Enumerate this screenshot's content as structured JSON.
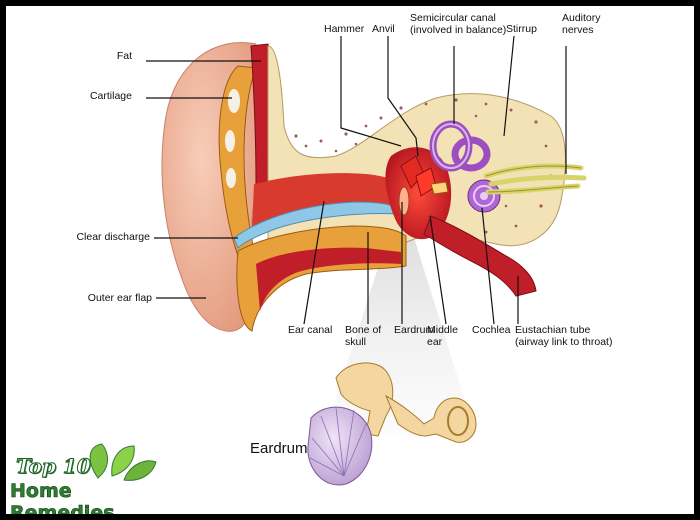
{
  "labels": {
    "fat": "Fat",
    "cartilage": "Cartilage",
    "clear_discharge": "Clear discharge",
    "outer_ear_flap": "Outer ear flap",
    "hammer": "Hammer",
    "anvil": "Anvil",
    "semicircular_canal": "Semicircular canal\n(involved in balance)",
    "stirrup": "Stirrup",
    "auditory_nerves": "Auditory\nnerves",
    "ear_canal": "Ear canal",
    "bone_of_skull": "Bone of\nskull",
    "eardrum": "Eardrum",
    "middle_ear": "Middle\near",
    "cochlea": "Cochlea",
    "eustachian_tube": "Eustachian tube\n(airway link to throat)"
  },
  "inset": {
    "eardrum_label": "Eardrum"
  },
  "logo": {
    "line1": "Top 10",
    "line2": "Home Remedies"
  },
  "colors": {
    "skin": "#f2b49a",
    "bone": "#f3e2b5",
    "cartilage": "#e8a13a",
    "flesh_red": "#c01f2a",
    "purple": "#9b4fc0",
    "nerve": "#d9d46a",
    "discharge": "#8fc7e6"
  }
}
